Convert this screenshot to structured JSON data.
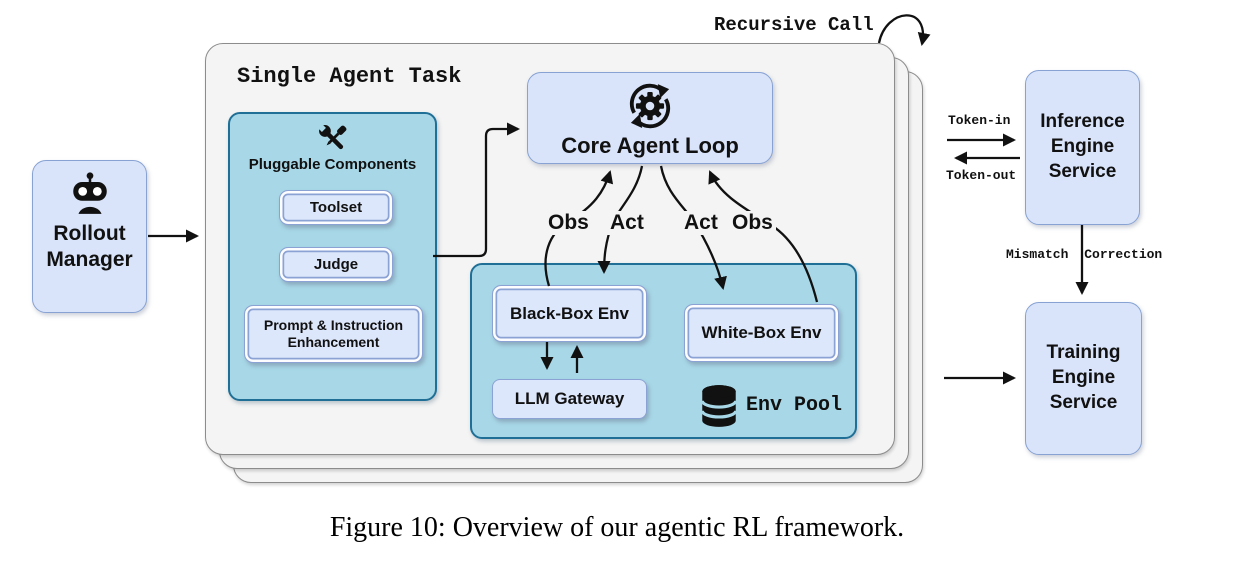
{
  "caption": "Figure 10: Overview of our agentic RL framework.",
  "stack": {
    "title": "Single Agent Task",
    "recursive_call": "Recursive Call"
  },
  "nodes": {
    "rollout_manager": {
      "label": "Rollout Manager",
      "icon": "robot-icon"
    },
    "pluggable_components": {
      "title": "Pluggable Components",
      "icon": "wrench-screwdriver-icon",
      "items": [
        "Toolset",
        "Judge",
        "Prompt & Instruction Enhancement"
      ]
    },
    "core_agent_loop": {
      "label": "Core Agent Loop",
      "icon": "gear-sync-icon"
    },
    "env_pool": {
      "label": "Env Pool",
      "icon": "database-icon",
      "black_box_env": "Black-Box Env",
      "white_box_env": "White-Box Env",
      "llm_gateway": "LLM Gateway"
    },
    "inference_engine": {
      "label": "Inference Engine Service"
    },
    "training_engine": {
      "label": "Training Engine Service"
    }
  },
  "edge_labels": {
    "obs_left": "Obs",
    "act_left": "Act",
    "act_right": "Act",
    "obs_right": "Obs",
    "token_in": "Token-in",
    "token_out": "Token-out",
    "mismatch_correction": "Mismatch Correction"
  },
  "colors": {
    "panel_fill": "#f4f4f4",
    "panel_border": "#8c8c8c",
    "teal_fill": "#a8d8e8",
    "teal_border": "#1f6f96",
    "node_fill": "#d9e4fa",
    "node_border": "#87a2d3",
    "inner_fill": "#dde7fb",
    "ink": "#111111"
  }
}
